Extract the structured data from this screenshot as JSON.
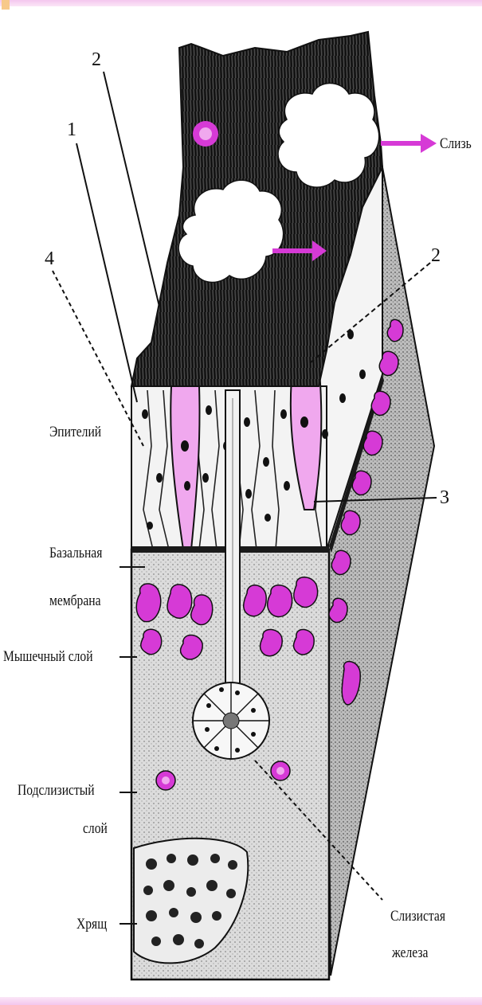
{
  "labels": {
    "epithelium": "Эпителий",
    "basement_membrane_1": "Базальная",
    "basement_membrane_2": "мембрана",
    "muscle_layer": "Мышечный слой",
    "submucosa_1": "Подслизистый",
    "submucosa_2": "слой",
    "cartilage": "Хрящ",
    "mucus": "Слизь",
    "mucous_gland_1": "Слизистая",
    "mucous_gland_2": "железа"
  },
  "callouts": {
    "n1": "1",
    "n2_top": "2",
    "n2_right": "2",
    "n3": "3",
    "n4": "4"
  },
  "colors": {
    "magenta": "#d63ad6",
    "light_magenta": "#f0a8ee",
    "ink": "#141414",
    "tissue": "#d8d8d8",
    "tissue_dark": "#9a9a9a"
  }
}
